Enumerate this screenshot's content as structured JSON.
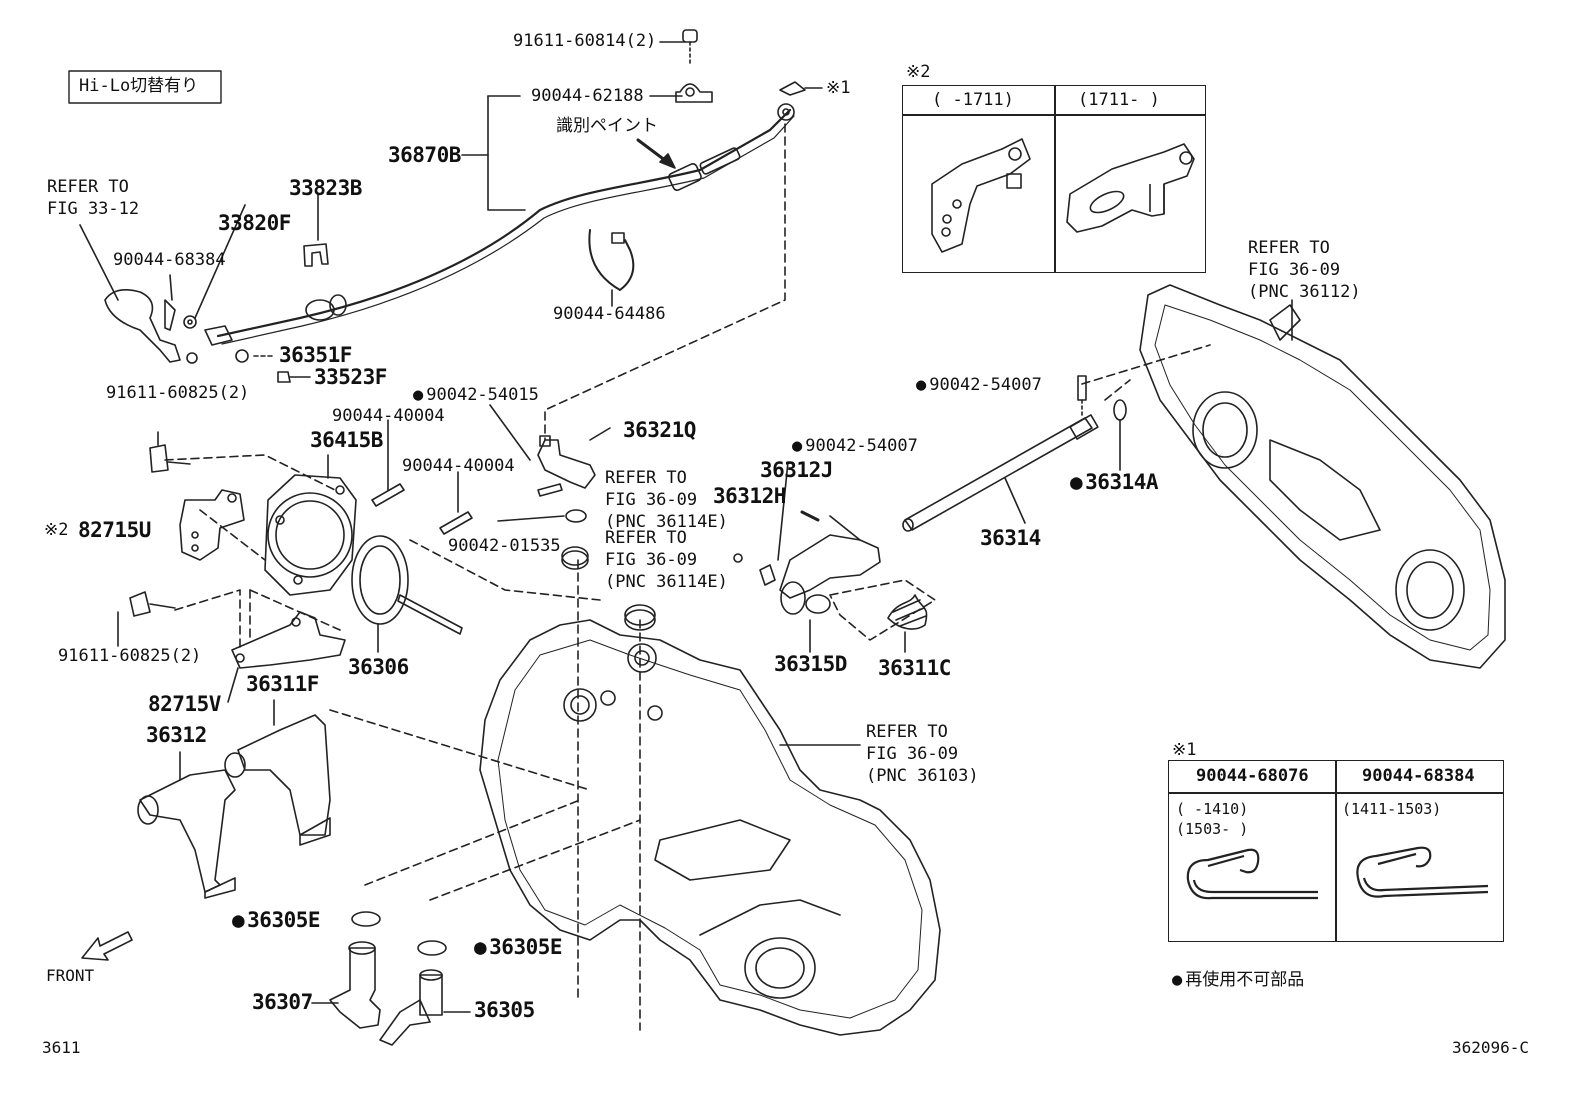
{
  "header_box": "Hi-Lo切替有り",
  "page_code": "3611",
  "drawing_code": "362096-C",
  "front": "FRONT",
  "paint_note": "識別ペイント",
  "reuse_legend": "再使用不可部品",
  "ref": {
    "fig3312": [
      "REFER TO",
      "FIG 33-12"
    ],
    "fig36112": [
      "REFER TO",
      "FIG 36-09",
      "(PNC 36112)"
    ],
    "fig36114a": [
      "REFER TO",
      "FIG 36-09",
      "(PNC 36114E)"
    ],
    "fig36114b": [
      "REFER TO",
      "FIG 36-09",
      "(PNC 36114E)"
    ],
    "fig36103": [
      "REFER TO",
      "FIG 36-09",
      "(PNC 36103)"
    ]
  },
  "parts": {
    "p91611_60814": "91611-60814(2)",
    "p90044_62188": "90044-62188",
    "mark1": "※1",
    "p36870B": "36870B",
    "p33823B": "33823B",
    "p33820F": "33820F",
    "p90044_68384": "90044-68384",
    "p90044_64486": "90044-64486",
    "p36351F": "36351F",
    "p33523F": "33523F",
    "p91611_60825a": "91611-60825(2)",
    "p90042_54015": "90042-54015",
    "p90044_40004a": "90044-40004",
    "p36321Q": "36321Q",
    "p36415B": "36415B",
    "p90044_40004b": "90044-40004",
    "p36312J": "36312J",
    "p36312H": "36312H",
    "p90042_54007a": "90042-54007",
    "p90042_54007b": "90042-54007",
    "p36314A": "36314A",
    "p36314": "36314",
    "p82715U": "82715U",
    "mark2": "※2",
    "p90042_01535": "90042-01535",
    "p91611_60825b": "91611-60825(2)",
    "p36306": "36306",
    "p36315D": "36315D",
    "p36311C": "36311C",
    "p82715V": "82715V",
    "p36311F": "36311F",
    "p36312": "36312",
    "p36305E_a": "36305E",
    "p36305E_b": "36305E",
    "p36307": "36307",
    "p36305": "36305"
  },
  "inset2": {
    "mark": "※2",
    "col1": "(     -1711)",
    "col2": "(1711-     )"
  },
  "inset1": {
    "mark": "※1",
    "col1_head": "90044-68076",
    "col2_head": "90044-68384",
    "col1_range1": "(     -1410)",
    "col1_range2": "(1503-     )",
    "col2_range": "(1411-1503)"
  }
}
